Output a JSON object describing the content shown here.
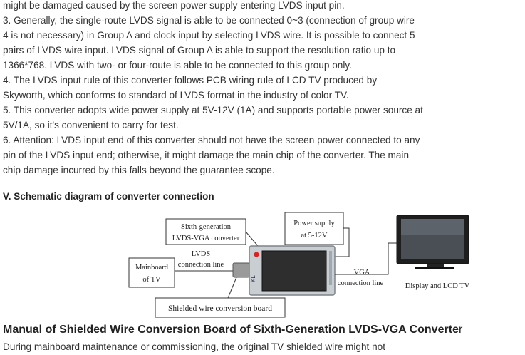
{
  "paragraph_lines": [
    "might be damaged caused by the screen power supply entering LVDS input pin.",
    "3. Generally, the single-route LVDS signal is able to be connected 0~3 (connection of group wire",
    "4 is not necessary) in Group A and clock input by selecting LVDS wire. It is possible to connect 5",
    "pairs of LVDS wire input. LVDS signal of Group A is able to support the resolution ratio up to",
    "1366*768. LVDS with two- or four-route is able to be connected to this group only.",
    "4. The LVDS input rule of this converter follows PCB wiring rule of LCD TV produced by",
    "Skyworth, which conforms to standard of LVDS format in the industry of color TV.",
    "5. This converter adopts wide power supply at 5V-12V (1A) and supports portable power source at",
    "5V/1A, so it's convenient to carry for test.",
    "6. Attention: LVDS input end of this converter should not have the screen power connected to any",
    "pin of the LVDS input end; otherwise, it might damage the main chip of the converter. The main",
    "chip damage incurred by this falls beyond the guarantee scope."
  ],
  "section_heading": "V. Schematic diagram of converter connection",
  "diagram": {
    "converter_label_line1": "Sixth-generation",
    "converter_label_line2": "LVDS-VGA converter",
    "power_label_line1": "Power supply",
    "power_label_line2": "at 5-12V",
    "mainboard_label_line1": "Mainboard",
    "mainboard_label_line2": "of TV",
    "lvds_label_line1": "LVDS",
    "lvds_label_line2": "connection line",
    "vga_label_line1": "VGA",
    "vga_label_line2": "connection line",
    "display_label": "Display and LCD TV",
    "shielded_board_label": "Shielded wire conversion board"
  },
  "manual_heading": "Manual of Shielded Wire Conversion Board of Sixth-Generation LVDS-VGA Converte",
  "manual_heading_tail": "r",
  "last_line": "During mainboard maintenance or commissioning, the original TV shielded wire might not"
}
